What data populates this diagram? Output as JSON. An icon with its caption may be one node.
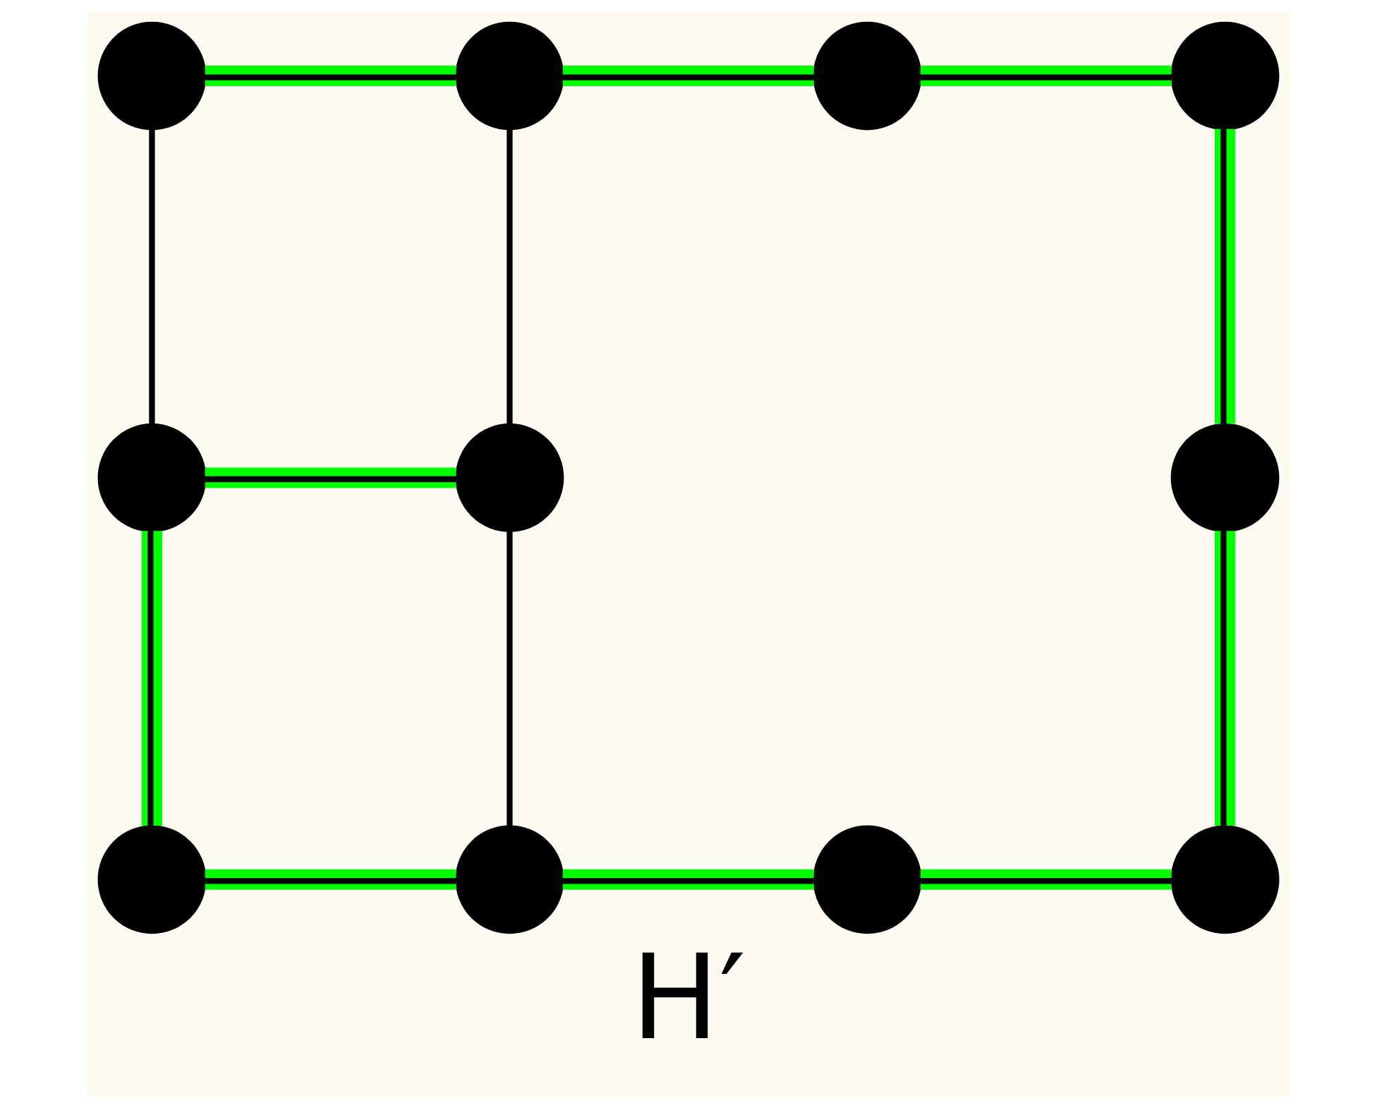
{
  "diagram": {
    "caption": "H′",
    "nodes": [
      {
        "text": [],
        "shape": "circle"
      },
      {
        "text": [],
        "shape": "circle"
      },
      {
        "text": [],
        "shape": "circle"
      },
      {
        "text": [],
        "shape": "circle"
      },
      {
        "text": [],
        "shape": "circle"
      },
      {
        "text": [],
        "shape": "circle"
      },
      {
        "text": [],
        "shape": "circle"
      },
      {
        "text": [],
        "shape": "circle"
      },
      {
        "text": [],
        "shape": "circle"
      },
      {
        "text": [],
        "shape": "circle"
      },
      {
        "text": [],
        "shape": "circle"
      }
    ],
    "edges": [
      {
        "from": 0,
        "to": 1,
        "arrow": "none"
      },
      {
        "from": 1,
        "to": 2,
        "arrow": "none"
      },
      {
        "from": 2,
        "to": 3,
        "arrow": "none"
      },
      {
        "from": 3,
        "to": 6,
        "arrow": "none"
      },
      {
        "from": 6,
        "to": 10,
        "arrow": "none"
      },
      {
        "from": 9,
        "to": 10,
        "arrow": "none"
      },
      {
        "from": 8,
        "to": 9,
        "arrow": "none"
      },
      {
        "from": 7,
        "to": 8,
        "arrow": "none"
      },
      {
        "from": 4,
        "to": 7,
        "arrow": "none"
      },
      {
        "from": 4,
        "to": 5,
        "arrow": "none"
      },
      {
        "from": 0,
        "to": 4,
        "arrow": "none",
        "color": "#000000"
      },
      {
        "from": 1,
        "to": 5,
        "arrow": "none",
        "color": "#000000"
      },
      {
        "from": 5,
        "to": 8,
        "arrow": "none",
        "color": "#000000"
      }
    ]
  }
}
